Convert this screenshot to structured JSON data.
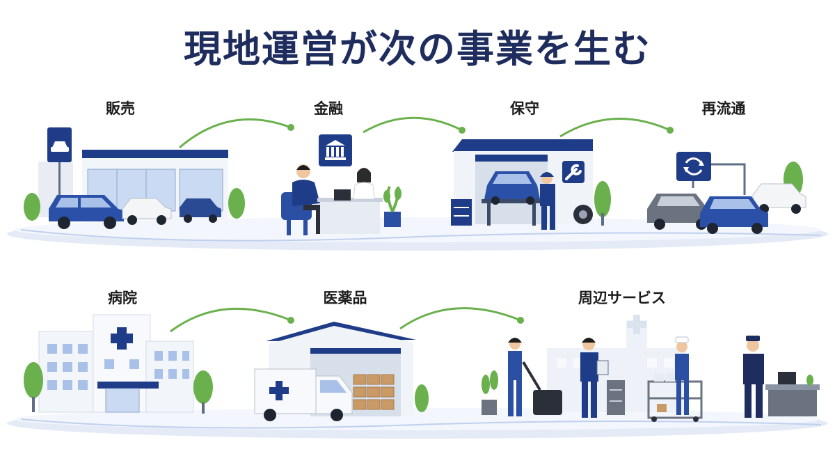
{
  "title": "現地運営が次の事業を生む",
  "row1": [
    {
      "label": "販売"
    },
    {
      "label": "金融"
    },
    {
      "label": "保守"
    },
    {
      "label": "再流通"
    }
  ],
  "row2": [
    {
      "label": "病院"
    },
    {
      "label": "医薬品"
    },
    {
      "label": "周辺サービス"
    }
  ],
  "colors": {
    "navy": "#1f3c88",
    "title": "#1f2d5e",
    "green": "#6ab04c",
    "platform": "#e8eef8"
  }
}
